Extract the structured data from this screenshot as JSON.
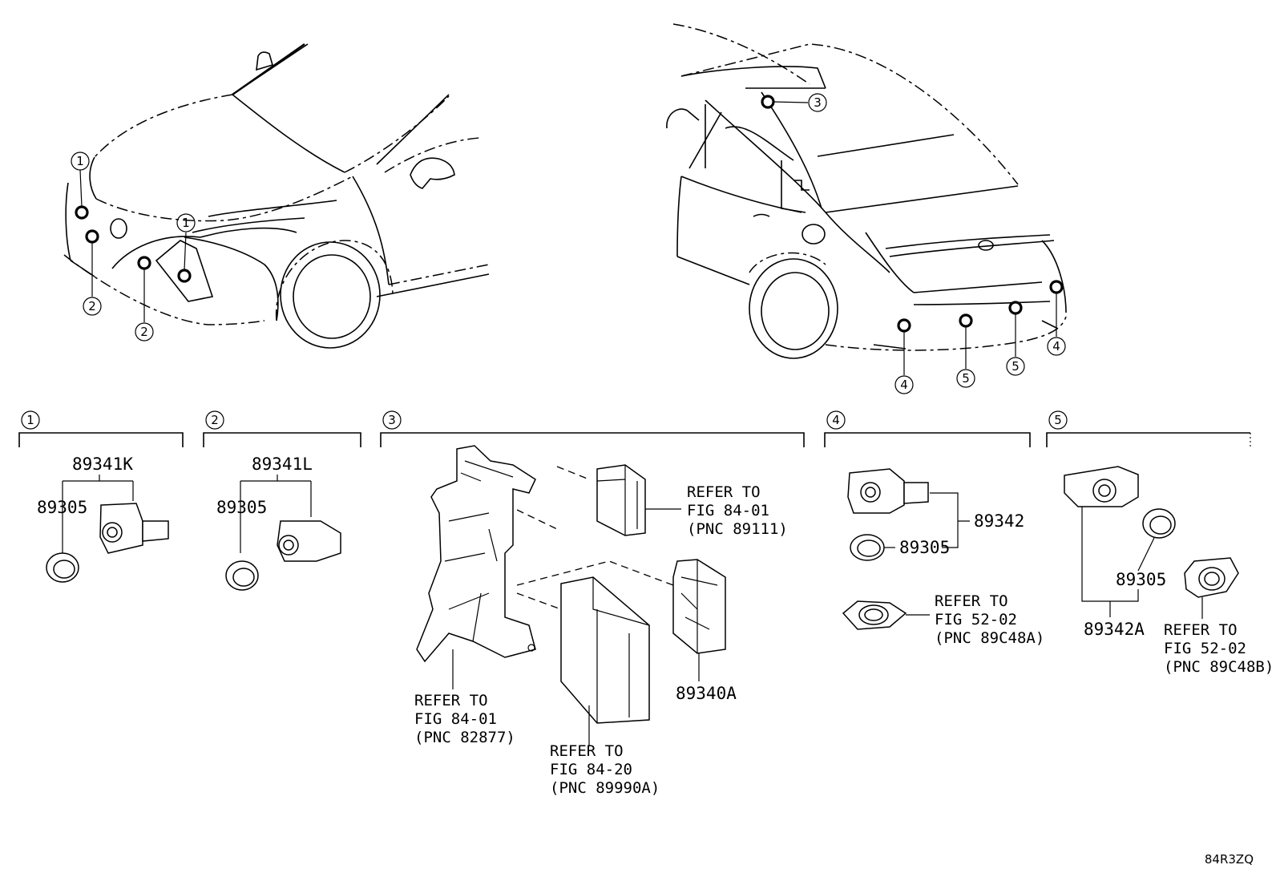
{
  "diagram": {
    "callout_numbers": [
      "1",
      "2",
      "3",
      "4",
      "5"
    ],
    "section_headers": [
      {
        "num": "1"
      },
      {
        "num": "2"
      },
      {
        "num": "3"
      },
      {
        "num": "4"
      },
      {
        "num": "5"
      }
    ],
    "section1": {
      "assembly": "89341K",
      "retainer": "89305"
    },
    "section2": {
      "assembly": "89341L",
      "retainer": "89305"
    },
    "section3": {
      "ref_top": [
        "REFER TO",
        "FIG 84-01",
        "(PNC 89111)"
      ],
      "ref_bracket": [
        "REFER TO",
        "FIG 84-01",
        "(PNC 82877)"
      ],
      "ref_ecu": [
        "REFER TO",
        "FIG 84-20",
        "(PNC 89990A)"
      ],
      "module": "89340A"
    },
    "section4": {
      "sensor": "89342",
      "retainer": "89305",
      "ref": [
        "REFER TO",
        "FIG 52-02",
        "(PNC 89C48A)"
      ]
    },
    "section5": {
      "assembly": "89342A",
      "retainer": "89305",
      "ref": [
        "REFER TO",
        "FIG 52-02",
        "(PNC 89C48B)"
      ]
    },
    "illustration_code": "84R3ZQ"
  }
}
